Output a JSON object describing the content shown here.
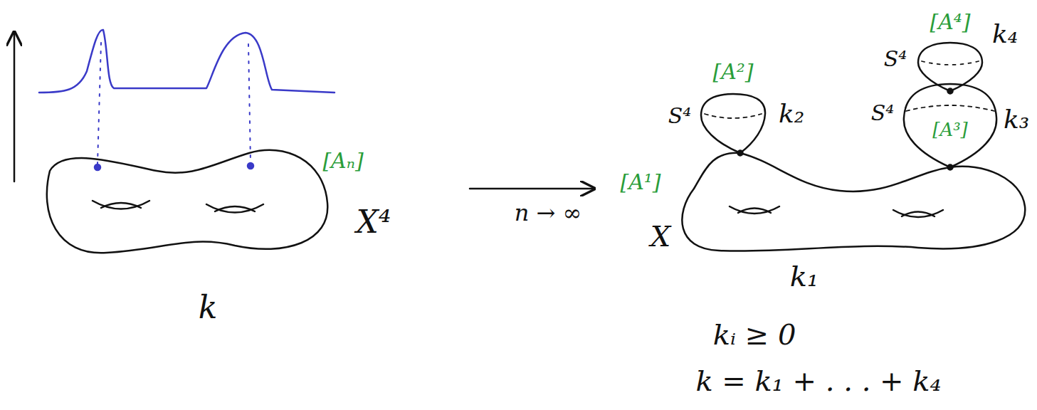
{
  "diagram": {
    "labels": [
      "[Aₙ]",
      "X⁴",
      "k",
      "n → ∞",
      "[A¹]",
      "X",
      "k₁",
      "S⁴",
      "[A²]",
      "k₂",
      "S⁴",
      "[A⁴]",
      "k₄",
      "S⁴",
      "[A³]",
      "k₃",
      "kᵢ ≥ 0",
      "k = k₁ + . . . + k₄"
    ]
  }
}
